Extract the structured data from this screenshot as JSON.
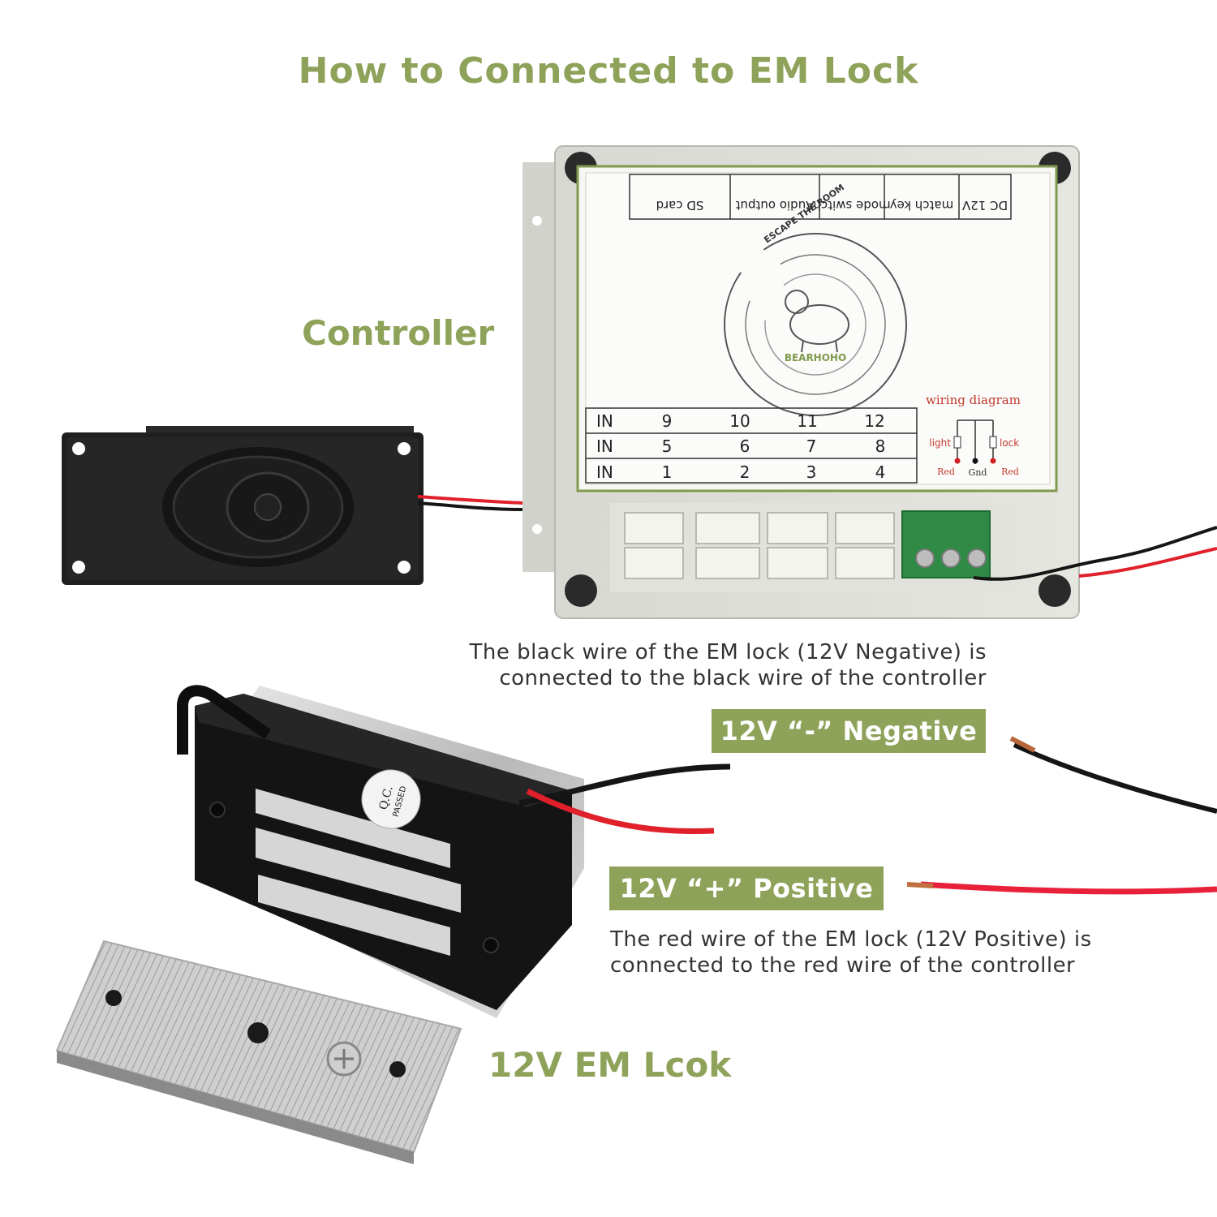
{
  "header": {
    "title": "How to Connected to EM Lock"
  },
  "labels": {
    "controller": "Controller",
    "em_lock": "12V EM Lcok"
  },
  "captions": {
    "black_wire_line1": "The black wire of the EM lock (12V Negative) is",
    "black_wire_line2": "connected to the black wire of the controller",
    "red_wire_line1": "The red wire of the EM lock (12V Positive) is",
    "red_wire_line2": "connected to the red wire of the controller"
  },
  "badges": {
    "negative": "12V “-” Negative",
    "positive": "12V “+” Positive"
  },
  "controller_panel": {
    "header_cells": [
      "SD card",
      "Audio output",
      "mode switch",
      "match key",
      "DC 12V"
    ],
    "brand_ring": "ESCAPE THE ROOM",
    "brand_name": "BEARHOHO",
    "wiring_title": "wiring diagram",
    "wiring_labels": {
      "left": "light",
      "right": "lock",
      "red_left": "Red",
      "gnd": "Gnd",
      "red_right": "Red"
    },
    "io_rows": [
      {
        "label": "IN",
        "values": [
          "9",
          "10",
          "11",
          "12"
        ]
      },
      {
        "label": "IN",
        "values": [
          "5",
          "6",
          "7",
          "8"
        ]
      },
      {
        "label": "IN",
        "values": [
          "1",
          "2",
          "3",
          "4"
        ]
      }
    ]
  },
  "em_lock_sticker": {
    "line1": "Q.C.",
    "line2": "PASSED"
  },
  "colors": {
    "accent_green": "#8fa25a",
    "wire_red": "#e0202a",
    "wire_black": "#151515"
  }
}
